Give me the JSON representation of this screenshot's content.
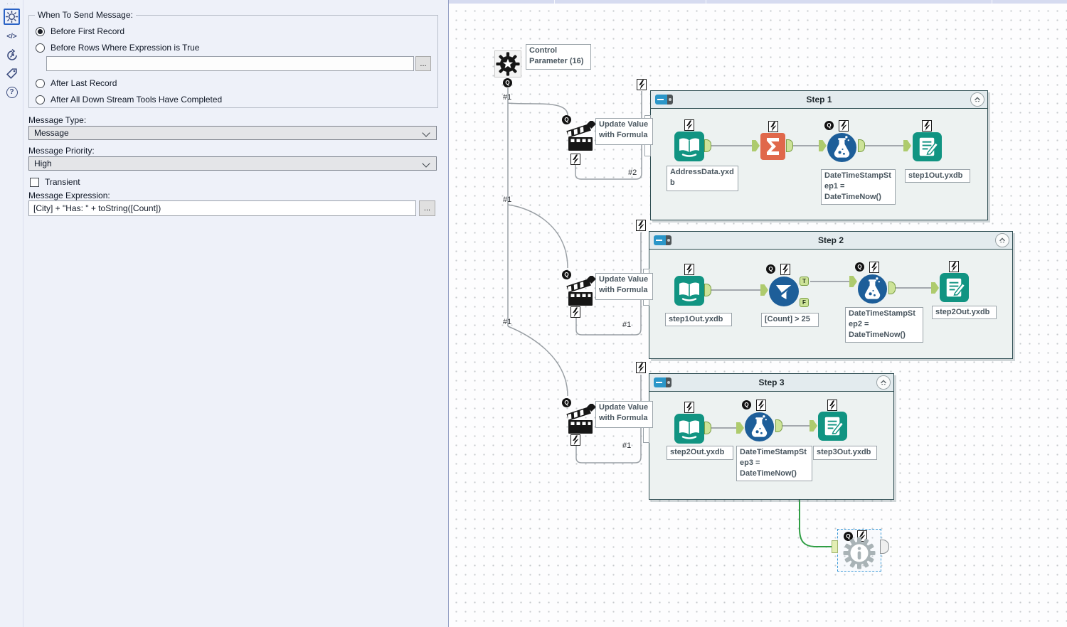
{
  "panel": {
    "sidebar": {
      "dots": "···",
      "icons": [
        {
          "name": "configuration",
          "selected": true
        },
        {
          "name": "code",
          "glyph": "</>"
        },
        {
          "name": "refresh"
        },
        {
          "name": "tag"
        },
        {
          "name": "help",
          "glyph": "?"
        }
      ]
    },
    "group_label": "When To Send Message:",
    "radios": [
      {
        "label": "Before First Record",
        "selected": true
      },
      {
        "label": "Before Rows Where Expression is True",
        "selected": false
      },
      {
        "label": "After Last Record",
        "selected": false
      },
      {
        "label": "After All Down Stream Tools Have Completed",
        "selected": false
      }
    ],
    "expression_input": {
      "value": "",
      "browse": "..."
    },
    "message_type": {
      "label": "Message Type:",
      "value": "Message"
    },
    "message_priority": {
      "label": "Message Priority:",
      "value": "High"
    },
    "transient": {
      "label": "Transient",
      "checked": false
    },
    "message_expression": {
      "label": "Message Expression:",
      "value": "[City] + \"Has: \" + toString([Count])",
      "browse": "..."
    }
  },
  "canvas": {
    "q_label": "Q",
    "control_parameter": {
      "annotation": "Control Parameter (16)"
    },
    "actions": [
      {
        "label": "Update Value with Formula"
      },
      {
        "label": "Update Value with Formula"
      },
      {
        "label": "Update Value with Formula"
      }
    ],
    "connection_labels": [
      "#1",
      "#1",
      "#1",
      "#2",
      "#1",
      "#1"
    ],
    "containers": [
      {
        "title": "Step 1",
        "input_annotation": "AddressData.yxdb",
        "formula_annotation": "DateTimeStampStep1 = DateTimeNow()",
        "output_annotation": "step1Out.yxdb"
      },
      {
        "title": "Step 2",
        "input_annotation": "step1Out.yxdb",
        "filter_annotation": "[Count] > 25",
        "true_anchor": "T",
        "false_anchor": "F",
        "formula_annotation": "DateTimeStampStep2 = DateTimeNow()",
        "output_annotation": "step2Out.yxdb"
      },
      {
        "title": "Step 3",
        "input_annotation": "step2Out.yxdb",
        "formula_annotation": "DateTimeStampStep3 = DateTimeNow()",
        "output_annotation": "step3Out.yxdb"
      }
    ],
    "colors": {
      "teal": "#119482",
      "orange": "#e0684b",
      "blue": "#1d5e99",
      "wire_green": "#2f9e44",
      "anchor_green": "#cde398",
      "gear_gray": "#a9b3b6"
    }
  }
}
